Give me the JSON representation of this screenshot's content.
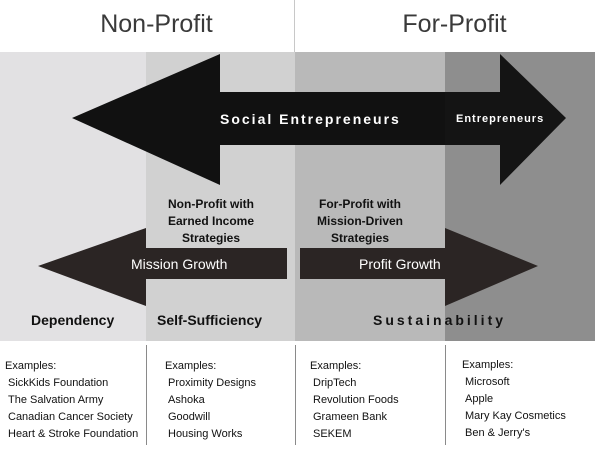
{
  "headers": {
    "left": "Non-Profit",
    "right": "For-Profit"
  },
  "arrows": {
    "social": "Social Entrepreneurs",
    "entrepreneurs": "Entrepreneurs",
    "mission": "Mission Growth",
    "profit": "Profit Growth"
  },
  "middle": {
    "nonprofit_earned": [
      "Non-Profit with",
      "Earned Income",
      "Strategies"
    ],
    "forprofit_mission": [
      "For-Profit with",
      "Mission-Driven",
      "Strategies"
    ]
  },
  "stages": {
    "dependency": "Dependency",
    "self_sufficiency": "Self-Sufficiency",
    "sustainability": "Sustainability"
  },
  "examples": [
    {
      "heading": "Examples:",
      "items": [
        "SickKids Foundation",
        "The Salvation Army",
        "Canadian Cancer Society",
        "Heart & Stroke Foundation"
      ]
    },
    {
      "heading": "Examples:",
      "items": [
        "Proximity Designs",
        "Ashoka",
        "Goodwill",
        "Housing Works"
      ]
    },
    {
      "heading": "Examples:",
      "items": [
        "DripTech",
        "Revolution Foods",
        "Grameen Bank",
        "SEKEM"
      ]
    },
    {
      "heading": "Examples:",
      "items": [
        "Microsoft",
        "Apple",
        "Mary Kay Cosmetics",
        "Ben & Jerry's"
      ]
    }
  ],
  "colors": {
    "band1": "#e2e1e3",
    "band2": "#d0d0d0",
    "band3": "#b8b8b8",
    "band4": "#8c8c8c",
    "arrow_dark": "#111111",
    "arrow_brown": "#2a2423"
  }
}
